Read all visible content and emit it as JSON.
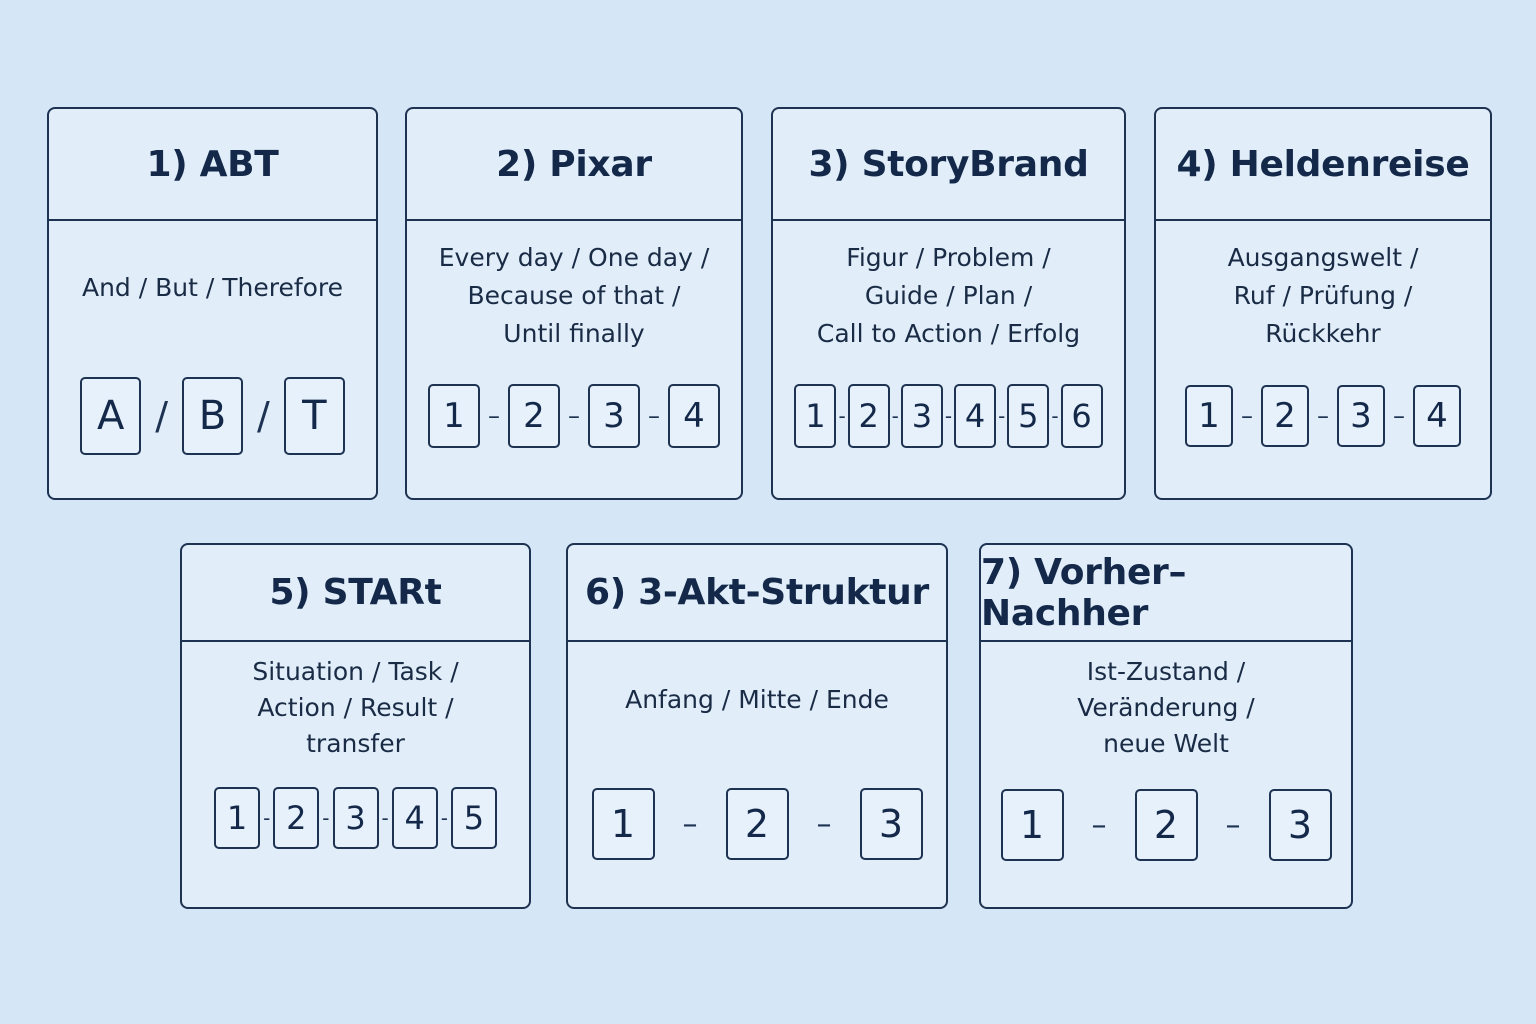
{
  "cards": [
    {
      "title": "1) ABT",
      "desc": [
        "And / But / Therefore"
      ],
      "steps": [
        "A",
        "B",
        "T"
      ],
      "sep": "/"
    },
    {
      "title": "2) Pixar",
      "desc": [
        "Every day / One day /",
        "Because of that /",
        "Until finally"
      ],
      "steps": [
        "1",
        "2",
        "3",
        "4"
      ],
      "sep": "–"
    },
    {
      "title": "3) StoryBrand",
      "desc": [
        "Figur / Problem /",
        "Guide / Plan /",
        "Call to Action / Erfolg"
      ],
      "steps": [
        "1",
        "2",
        "3",
        "4",
        "5",
        "6"
      ],
      "sep": "-"
    },
    {
      "title": "4) Heldenreise",
      "desc": [
        "Ausgangswelt /",
        "Ruf / Prüfung /",
        "Rückkehr"
      ],
      "steps": [
        "1",
        "2",
        "3",
        "4"
      ],
      "sep": "–"
    },
    {
      "title": "5) STARt",
      "desc": [
        "Situation / Task /",
        "Action / Result /",
        "transfer"
      ],
      "steps": [
        "1",
        "2",
        "3",
        "4",
        "5"
      ],
      "sep": "-"
    },
    {
      "title": "6) 3-Akt-Struktur",
      "desc": [
        "Anfang / Mitte / Ende"
      ],
      "steps": [
        "1",
        "2",
        "3"
      ],
      "sep": "–"
    },
    {
      "title": "7) Vorher–Nachher",
      "desc": [
        "Ist-Zustand /",
        "Veränderung /",
        "neue Welt"
      ],
      "steps": [
        "1",
        "2",
        "3"
      ],
      "sep": "–"
    }
  ]
}
